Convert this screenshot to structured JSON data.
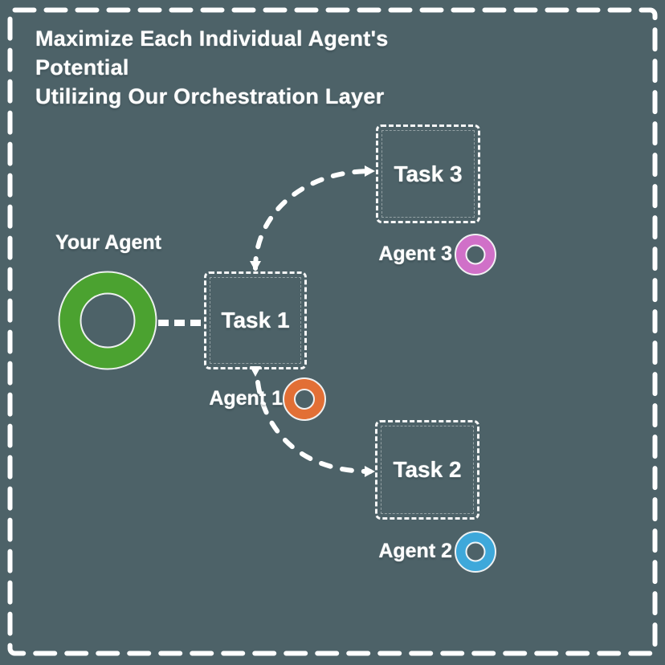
{
  "title": {
    "line1": "Maximize Each Individual Agent's Potential",
    "line2": "Utilizing Our Orchestration Layer"
  },
  "orchestrator": {
    "label": "Your Agent",
    "color": "#4ba230"
  },
  "tasks": {
    "task1": {
      "label": "Task 1"
    },
    "task2": {
      "label": "Task 2"
    },
    "task3": {
      "label": "Task 3"
    }
  },
  "agents": {
    "agent1": {
      "label": "Agent 1",
      "color": "#e26f35"
    },
    "agent2": {
      "label": "Agent 2",
      "color": "#3ea8da"
    },
    "agent3": {
      "label": "Agent 3",
      "color": "#d070c8"
    }
  },
  "style": {
    "background": "#4d6268",
    "line_color": "#ffffff",
    "outline_color": "#ffffff"
  }
}
